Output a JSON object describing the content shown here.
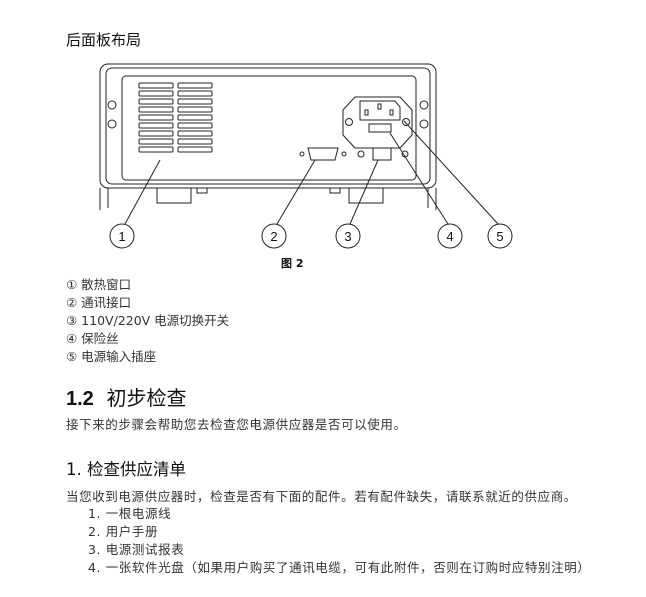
{
  "section_title": "后面板布局",
  "figure": {
    "caption": "图 2",
    "callouts": [
      "1",
      "2",
      "3",
      "4",
      "5"
    ]
  },
  "legend": [
    "① 散热窗口",
    "② 通讯接口",
    "③ 110V/220V 电源切换开关",
    "④ 保险丝",
    "⑤ 电源输入插座"
  ],
  "heading_1_2": {
    "number": "1.2",
    "text": "初步检查"
  },
  "intro": "接下来的步骤会帮助您去检查您电源供应器是否可以使用。",
  "heading_check": "1. 检查供应清单",
  "check_text": "当您收到电源供应器时，检查是否有下面的配件。若有配件缺失，请联系就近的供应商。",
  "items": [
    "1.  一根电源线",
    "2.  用户手册",
    "3.  电源测试报表",
    "4.  一张软件光盘（如果用户购买了通讯电缆，可有此附件，否则在订购时应特别注明）"
  ]
}
